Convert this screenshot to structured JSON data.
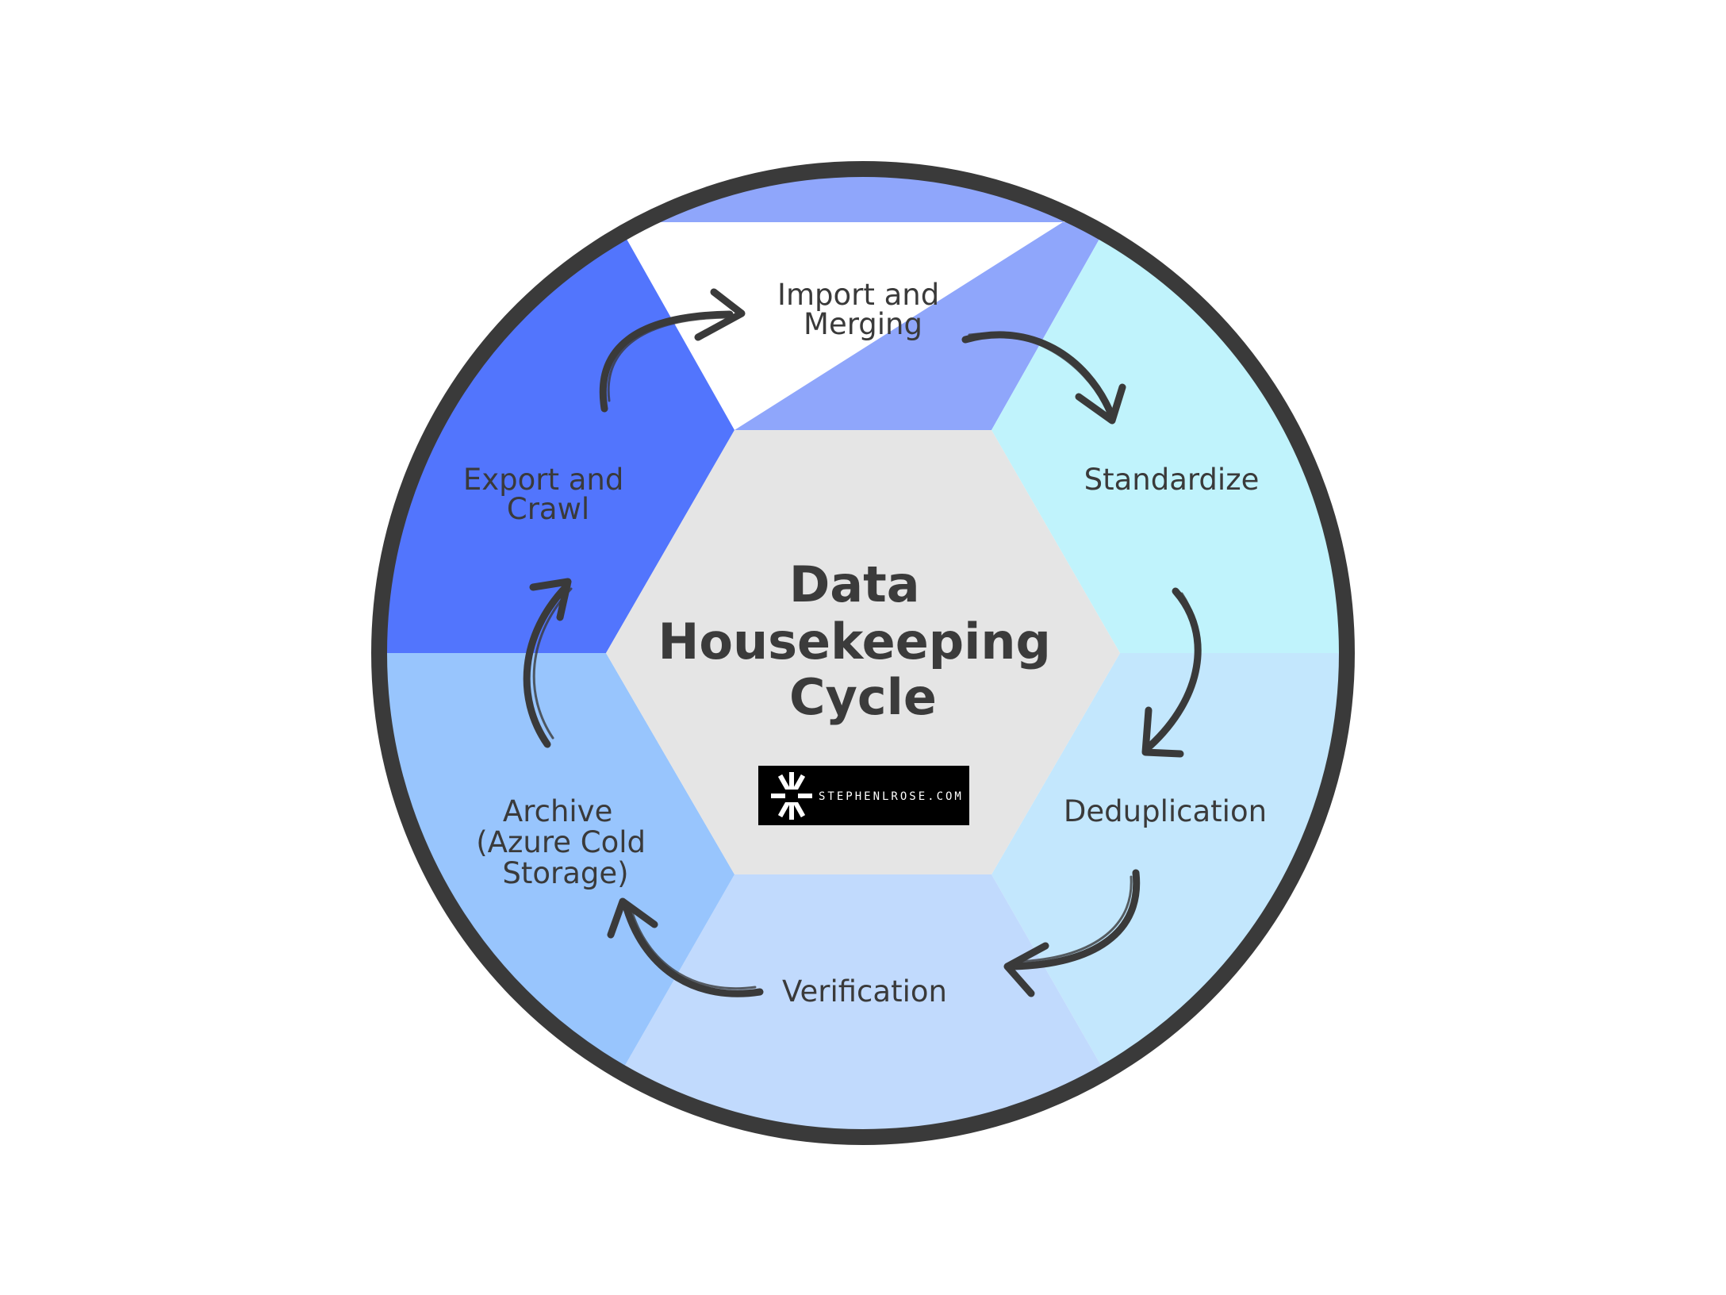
{
  "title": {
    "lines": [
      "Data",
      "Housekeeping",
      "Cycle"
    ]
  },
  "segments": [
    {
      "key": "import",
      "lines": [
        "Import and",
        "Merging"
      ],
      "color": "#8fa6fb"
    },
    {
      "key": "standardize",
      "lines": [
        "Standardize"
      ],
      "color": "#c0f3fc"
    },
    {
      "key": "dedup",
      "lines": [
        "Deduplication"
      ],
      "color": "#c3e7fd"
    },
    {
      "key": "verification",
      "lines": [
        "Verification"
      ],
      "color": "#c1dafd"
    },
    {
      "key": "archive",
      "lines": [
        "Archive",
        "(Azure Cold",
        "Storage)"
      ],
      "color": "#98c5fd"
    },
    {
      "key": "export",
      "lines": [
        "Export and",
        "Crawl"
      ],
      "color": "#5275fd"
    }
  ],
  "center": {
    "color": "#e5e5e5"
  },
  "ring": {
    "color": "#3a3a3a"
  },
  "logo": {
    "text": "STEPHENLROSE.COM",
    "icon": "asterisk-logo-icon",
    "background": "#000000"
  },
  "arrows": {
    "color": "#3a3a3a",
    "icon": "curved-arrow-icon"
  }
}
